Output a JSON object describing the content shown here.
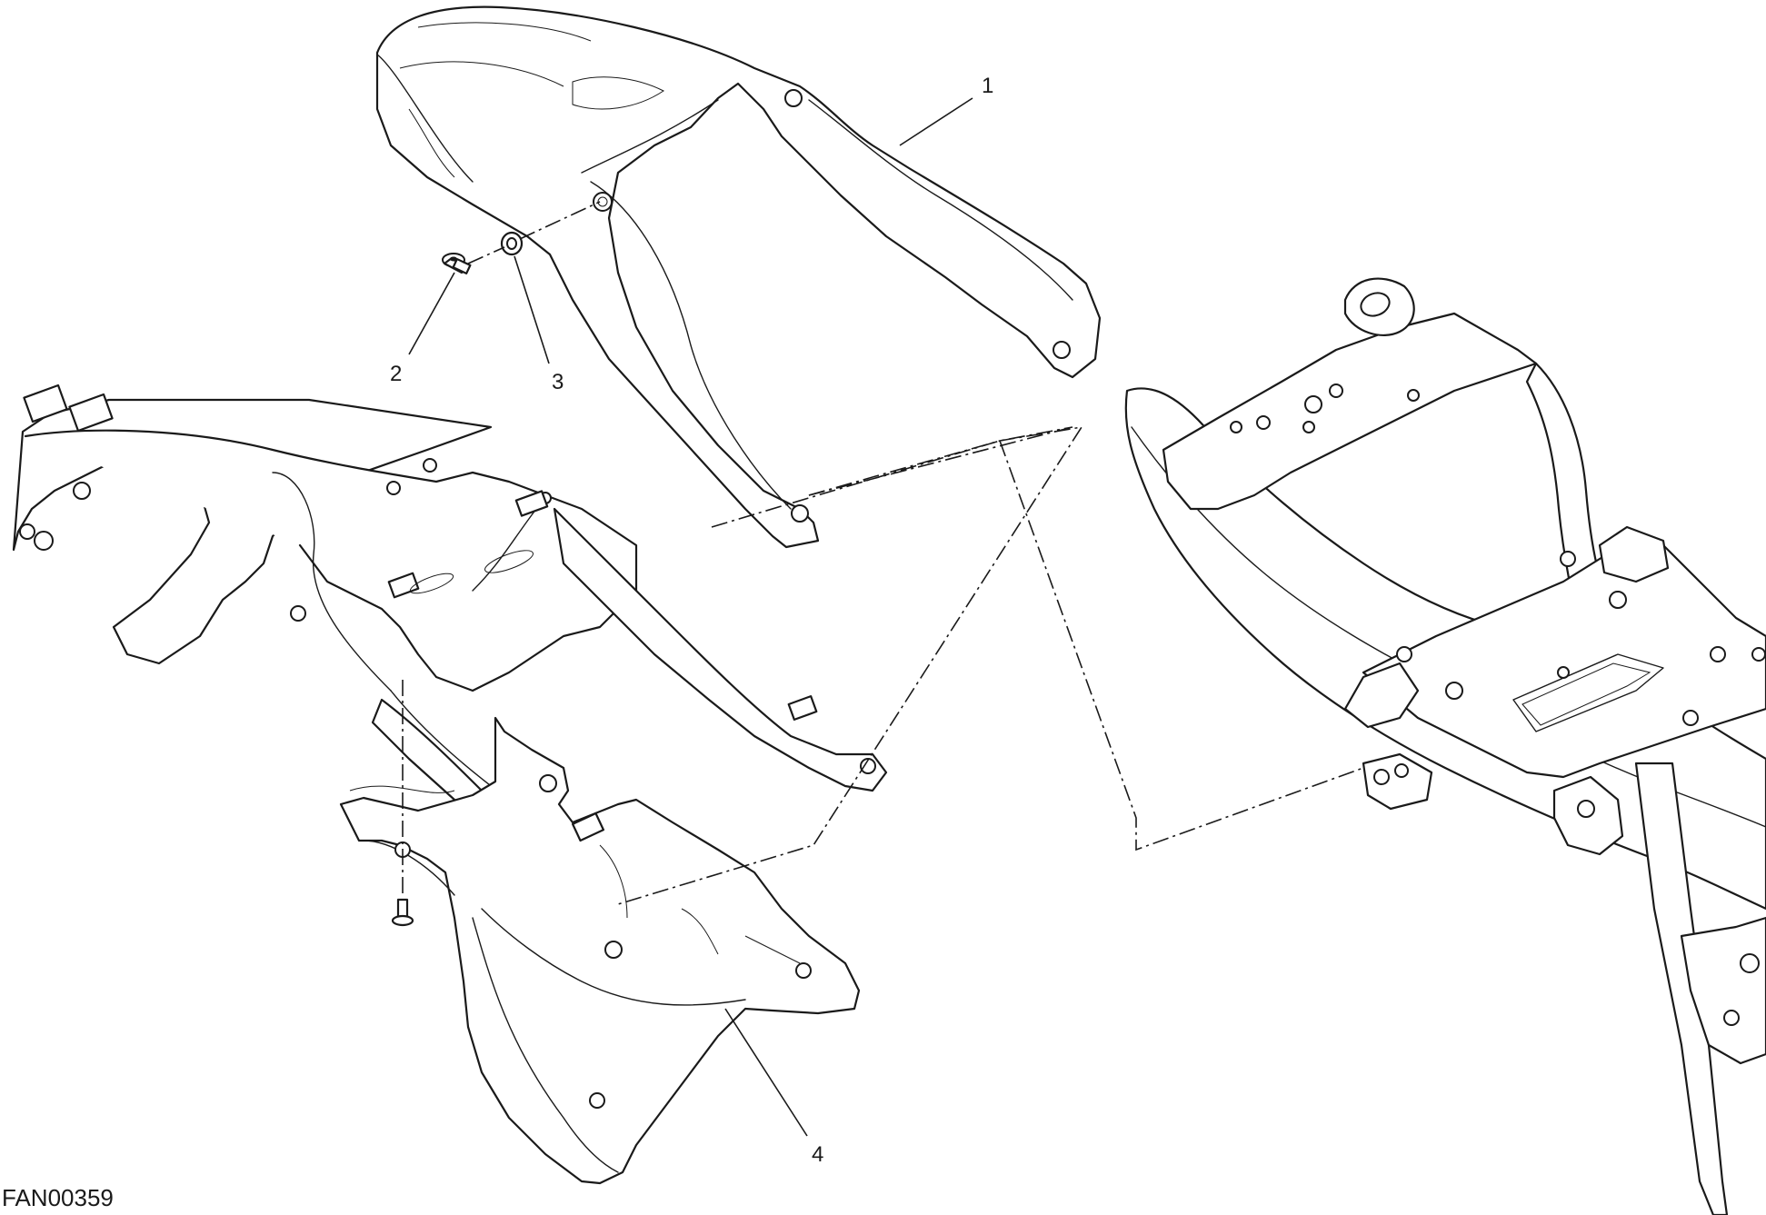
{
  "diagram": {
    "drawing_code": "FAN00359",
    "callouts": [
      {
        "id": "1",
        "label": "1"
      },
      {
        "id": "2",
        "label": "2"
      },
      {
        "id": "3",
        "label": "3"
      },
      {
        "id": "4",
        "label": "4"
      }
    ]
  },
  "colors": {
    "line": "#1a1a1a",
    "background": "#ffffff"
  }
}
